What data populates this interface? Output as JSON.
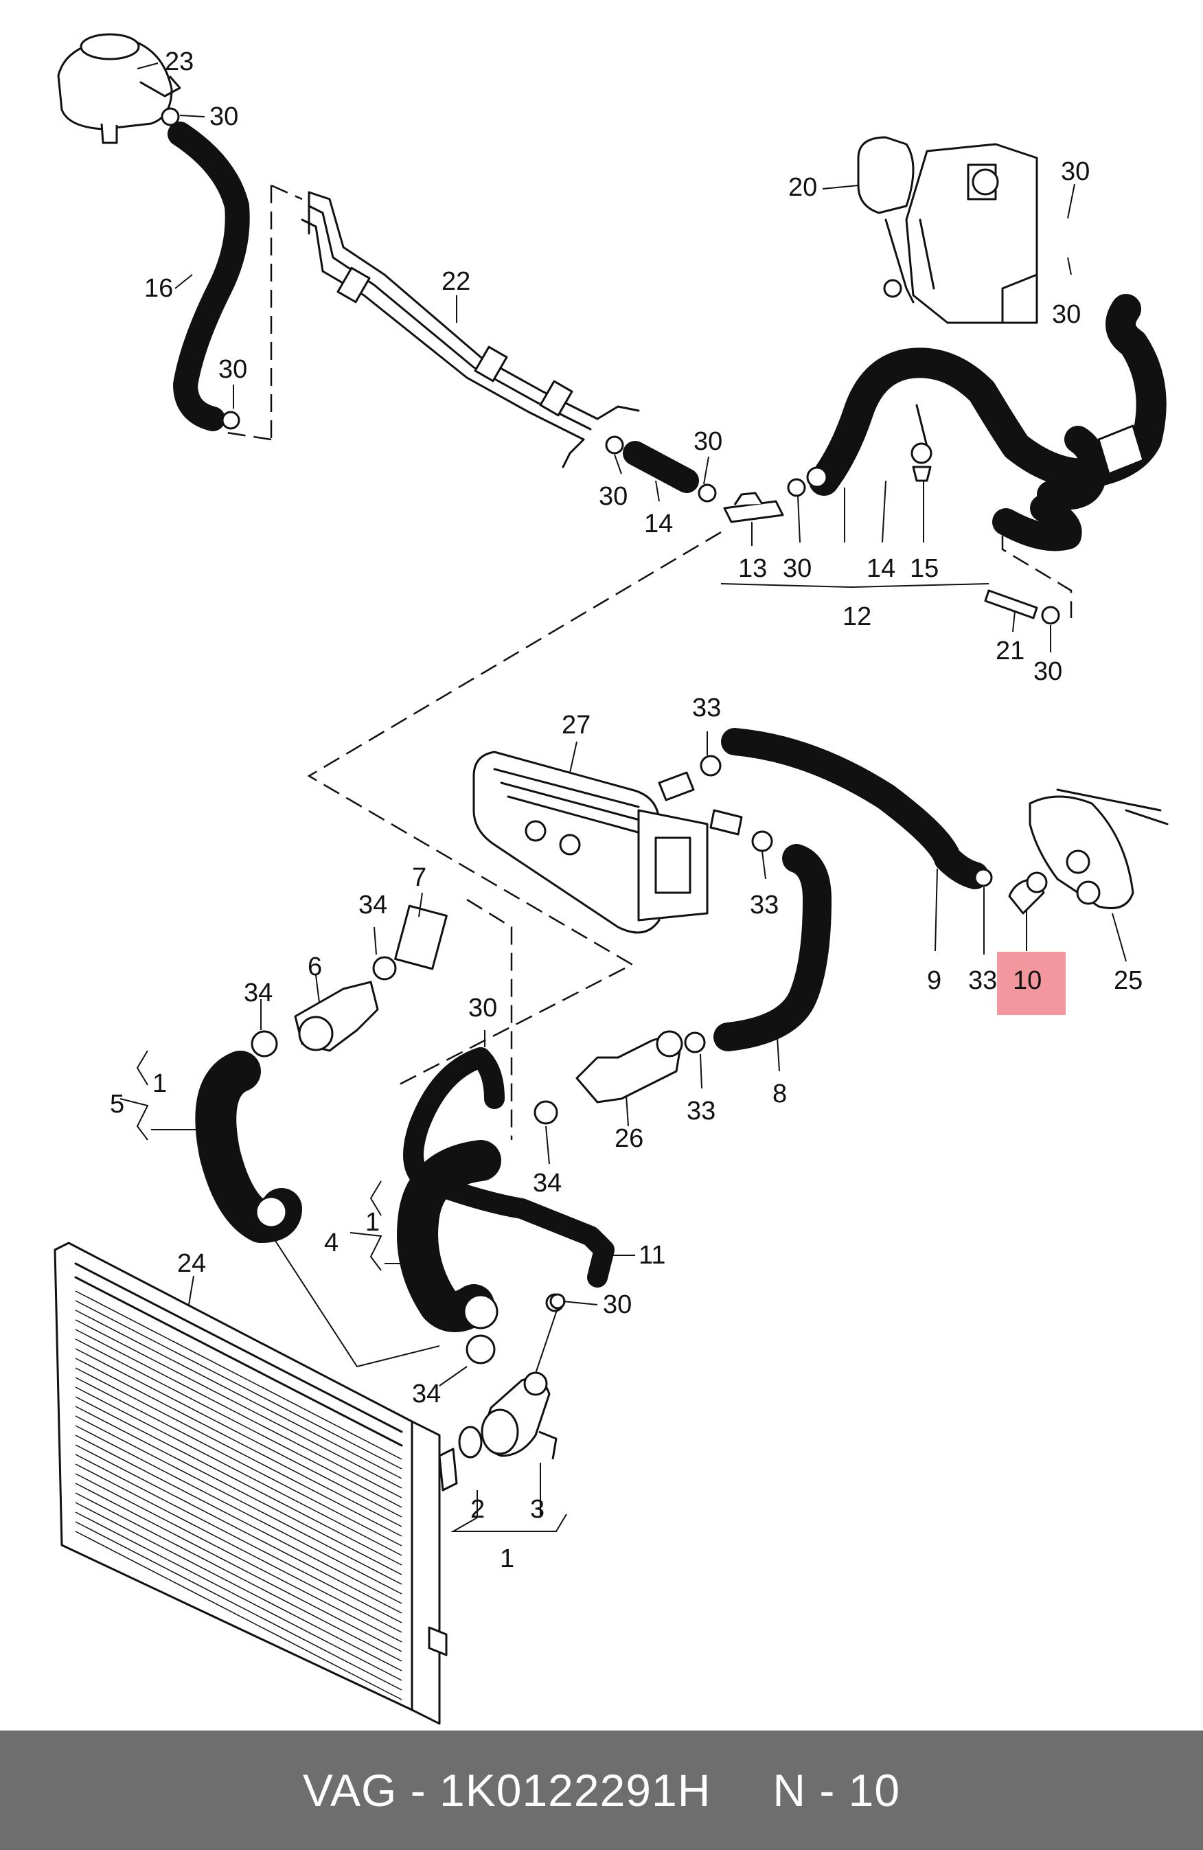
{
  "diagram": {
    "callouts": [
      "23",
      "30",
      "16",
      "30",
      "22",
      "20",
      "30",
      "30",
      "30",
      "30",
      "14",
      "13",
      "30",
      "14",
      "15",
      "12",
      "21",
      "30",
      "27",
      "33",
      "33",
      "9",
      "33",
      "10",
      "25",
      "7",
      "34",
      "34",
      "6",
      "30",
      "5",
      "1",
      "8",
      "33",
      "26",
      "34",
      "4",
      "1",
      "11",
      "30",
      "24",
      "34",
      "2",
      "3",
      "1"
    ],
    "highlight": {
      "label": "10",
      "color": "#f0858c"
    }
  },
  "footer": {
    "part_number": "VAG - 1K0122291H",
    "position": "N - 10",
    "background": "#6e6e6e"
  }
}
